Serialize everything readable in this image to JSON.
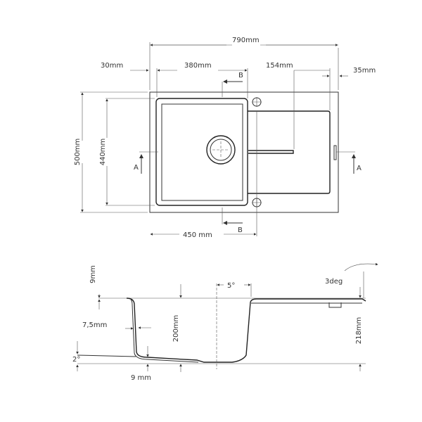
{
  "top_view": {
    "overall_width": "790mm",
    "left_margin": "30mm",
    "bowl_width": "380mm",
    "drainer_width": "154mm",
    "right_margin": "35mm",
    "overall_depth": "500mm",
    "bowl_depth": "440mm",
    "cutout_width": "450 mm",
    "section_a_left": "A",
    "section_a_right": "A",
    "section_b_top": "B",
    "section_b_bottom": "B"
  },
  "section_view": {
    "rim_thickness": "9mm",
    "drainer_angle": "3deg",
    "wall_angle": "5°",
    "wall_thickness": "7,5mm",
    "bowl_depth": "200mm",
    "total_height": "218mm",
    "bottom_angle": "2°",
    "bottom_thickness": "9 mm"
  }
}
